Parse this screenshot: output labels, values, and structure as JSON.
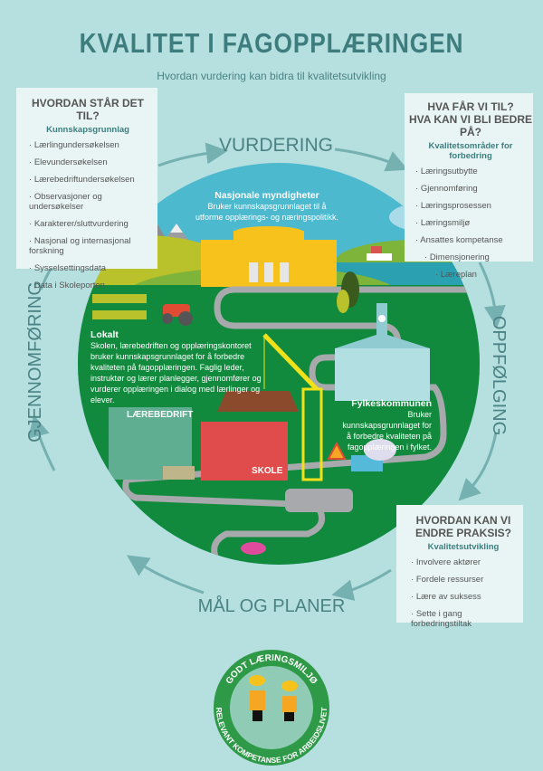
{
  "header": {
    "title": "KVALITET I FAGOPPLÆRINGEN",
    "subtitle": "Hvordan vurdering kan bidra til kvalitetsutvikling"
  },
  "cycle": {
    "top": "VURDERING",
    "right": "OPPFØLGING",
    "bottom": "MÅL OG PLANER",
    "left": "GJENNOMFØRING"
  },
  "box_status": {
    "title": "HVORDAN STÅR DET TIL?",
    "subtitle": "Kunnskapsgrunnlag",
    "items": [
      "Lærlingundersøkelsen",
      "Elevundersøkelsen",
      "Lærebedriftundersøkelsen",
      "Observasjoner og undersøkelser",
      "Karakterer/sluttvurdering",
      "Nasjonal og internasjonal forskning",
      "Sysselsettingsdata",
      "Data i Skoleporten"
    ]
  },
  "box_improve": {
    "title1": "HVA FÅR VI TIL?",
    "title2": "HVA KAN VI BLI BEDRE PÅ?",
    "subtitle": "Kvalitetsområder for forbedring",
    "items": [
      "Læringsutbytte",
      "Gjennomføring",
      "Læringsprosessen",
      "Læringsmiljø",
      "Ansattes kompetanse",
      "Dimensjonering",
      "Læreplan"
    ]
  },
  "box_practice": {
    "title1": "HVORDAN KAN VI",
    "title2": "ENDRE PRAKSIS?",
    "subtitle": "Kvalitetsutvikling",
    "items": [
      "Involvere aktører",
      "Fordele ressurser",
      "Lære av suksess",
      "Sette i gang forbedringstiltak"
    ]
  },
  "scene": {
    "national": {
      "title": "Nasjonale myndigheter",
      "text": "Bruker kunnskapsgrunnlaget til å utforme opplærings- og næringspolitikk."
    },
    "local": {
      "title": "Lokalt",
      "text": "Skolen, lærebedriften og opplæringskontoret bruker kunnskapsgrunnlaget for å forbedre kvaliteten på fagopplæringen. Faglig leder, instruktør og lærer planlegger, gjennomfører og vurderer opplæringen i dialog med lærlinger og elever."
    },
    "county": {
      "title": "Fylkeskommunen",
      "text": "Bruker kunnskapsgrunnlaget for å forbedre kvaliteten på fagopplæringen i fylket."
    },
    "company_sign": "LÆREBEDRIFT",
    "school_sign": "SKOLE"
  },
  "badge": {
    "top": "GODT LÆRINGSMILJØ",
    "bottom": "RELEVANT KOMPETANSE FOR ARBEIDSLIVET"
  },
  "colors": {
    "background": "#b6dfdf",
    "accent": "#3d7d7e",
    "grass": "#128a3e",
    "sky": "#4db9cf",
    "road": "#a7a9ac"
  }
}
